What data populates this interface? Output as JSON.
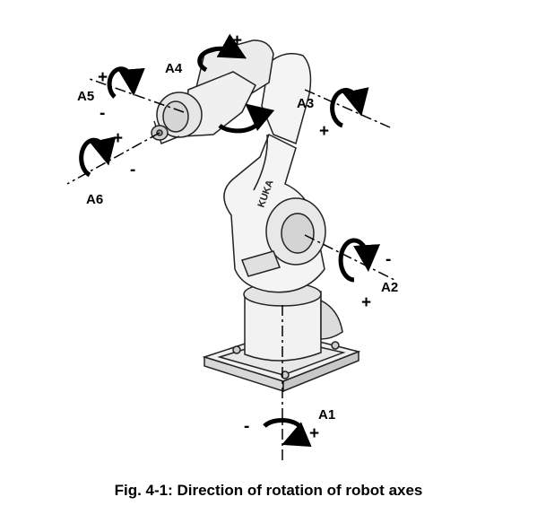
{
  "caption": "Fig. 4-1: Direction of rotation of robot axes",
  "robot_text": "KUKA",
  "axes": [
    {
      "id": "A1",
      "label": "A1",
      "plus": "+",
      "minus": "-"
    },
    {
      "id": "A2",
      "label": "A2",
      "plus": "+",
      "minus": "-"
    },
    {
      "id": "A3",
      "label": "A3",
      "plus": "+",
      "minus": "-"
    },
    {
      "id": "A4",
      "label": "A4",
      "plus": "+",
      "minus": "-"
    },
    {
      "id": "A5",
      "label": "A5",
      "plus": "+",
      "minus": "-"
    },
    {
      "id": "A6",
      "label": "A6",
      "plus": "+",
      "minus": "-"
    }
  ]
}
